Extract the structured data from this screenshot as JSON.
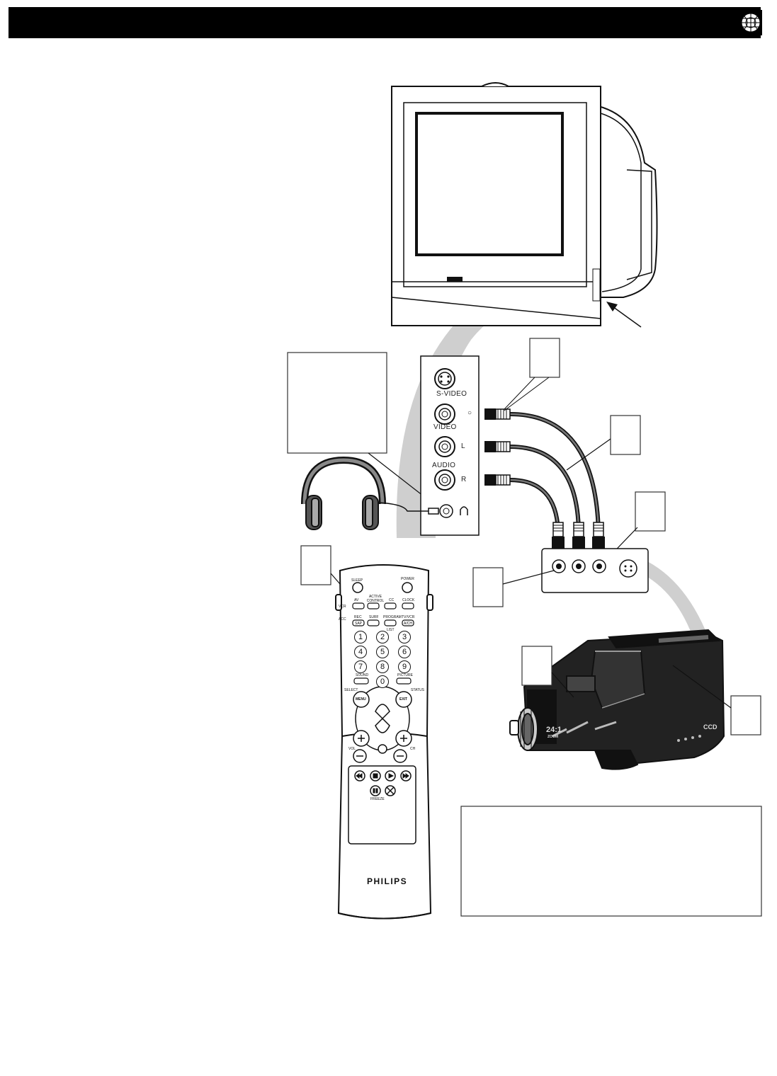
{
  "jacks": {
    "svideo": "S-VIDEO",
    "video": "VIDEO",
    "left": "L",
    "audio": "AUDIO",
    "right": "R"
  },
  "remote": {
    "brand": "PHILIPS",
    "sleep": "SLEEP",
    "power": "POWER",
    "av": "AV",
    "active_control": "ACTIVE CONTROL",
    "cc": "CC",
    "clock": "CLOCK",
    "rec": "REC",
    "sap": "SAP",
    "surf": "SURF",
    "program": "PROGRAM",
    "list": "LIST",
    "tvvcr": "TV/VCR",
    "acc_btn": "A/CH",
    "vcr": "VCR",
    "acc": "ACC",
    "sound": "SOUND",
    "picture": "PICTURE",
    "select": "SELECT",
    "status": "STATUS",
    "menu": "MENU",
    "exit": "EXIT",
    "vol": "VOL",
    "ch": "CH",
    "freeze": "FREEZE",
    "numbers": [
      "1",
      "2",
      "3",
      "4",
      "5",
      "6",
      "7",
      "8",
      "9",
      "0"
    ]
  },
  "camcorder": {
    "zoom": "24:1",
    "zoom_sub": "ZOOM",
    "badge": "CCD"
  }
}
